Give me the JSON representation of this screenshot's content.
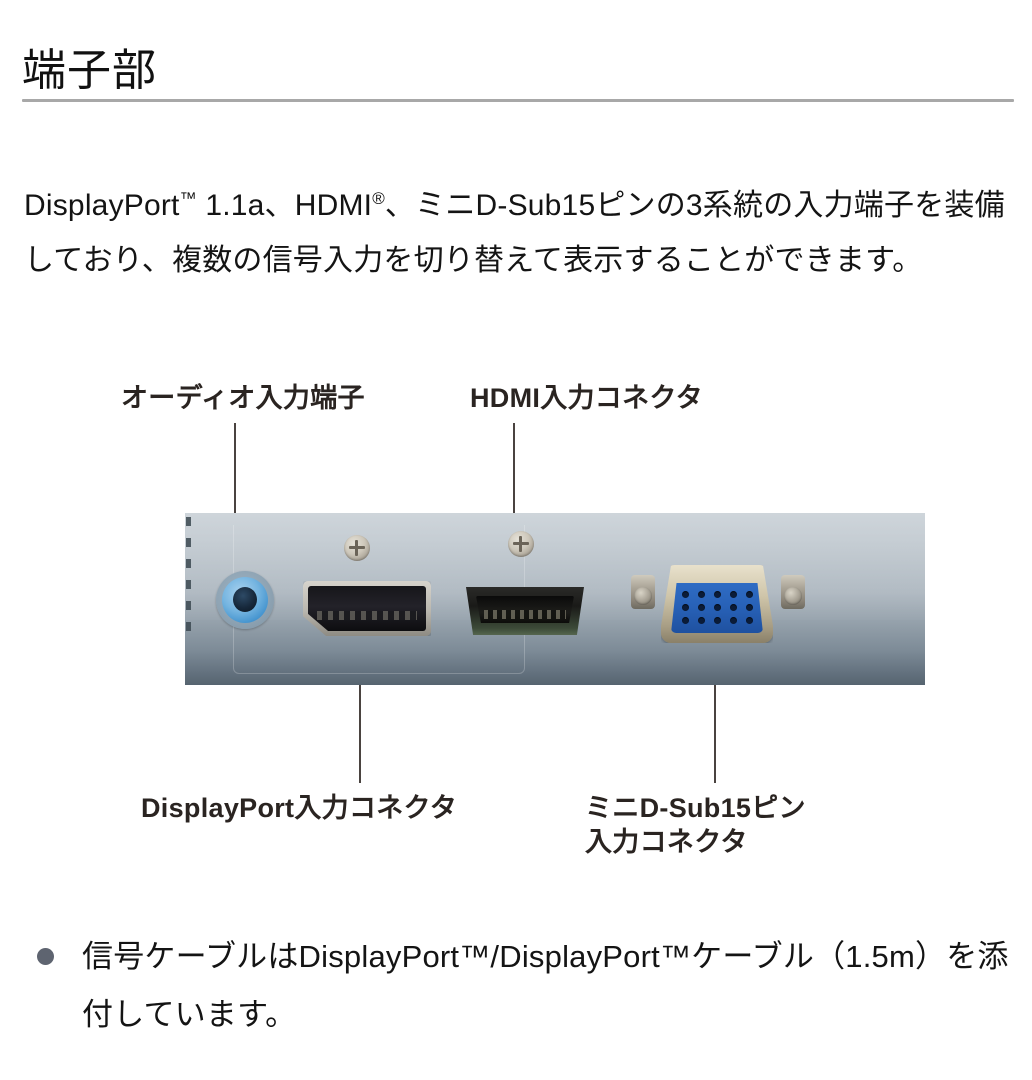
{
  "page": {
    "title": "端子部",
    "intro_text_html": "DisplayPort<sup>™</sup> 1.1a、HDMI<sup>®</sup>、ミニD-Sub15ピンの3系統の入力端子を装備しており、複数の信号入力を切り替えて表示することができます。"
  },
  "figure": {
    "labels": {
      "audio": "オーディオ入力端子",
      "hdmi": "HDMI入力コネクタ",
      "displayport": "DisplayPort入力コネクタ",
      "vga": "ミニD-Sub15ピン\n入力コネクタ"
    },
    "panel": {
      "connectors": [
        "audio-jack",
        "displayport-connector",
        "hdmi-connector",
        "mini-dsub15-connector"
      ]
    },
    "colors": {
      "panel_light": "#b9c3cb",
      "panel_dark": "#56646f",
      "audio_jack_blue": "#3d8fcc",
      "vga_insert_blue": "#2862b8",
      "label_text": "#2a2421",
      "leader_line": "#4a4340"
    }
  },
  "note": {
    "marker": "bullet",
    "text": "信号ケーブルはDisplayPort™/DisplayPort™ケーブル（1.5m）を添付しています。"
  },
  "theme": {
    "background": "#ffffff",
    "body_text": "#141414",
    "rule": "#a8a8a8",
    "bullet": "#5e6470"
  }
}
